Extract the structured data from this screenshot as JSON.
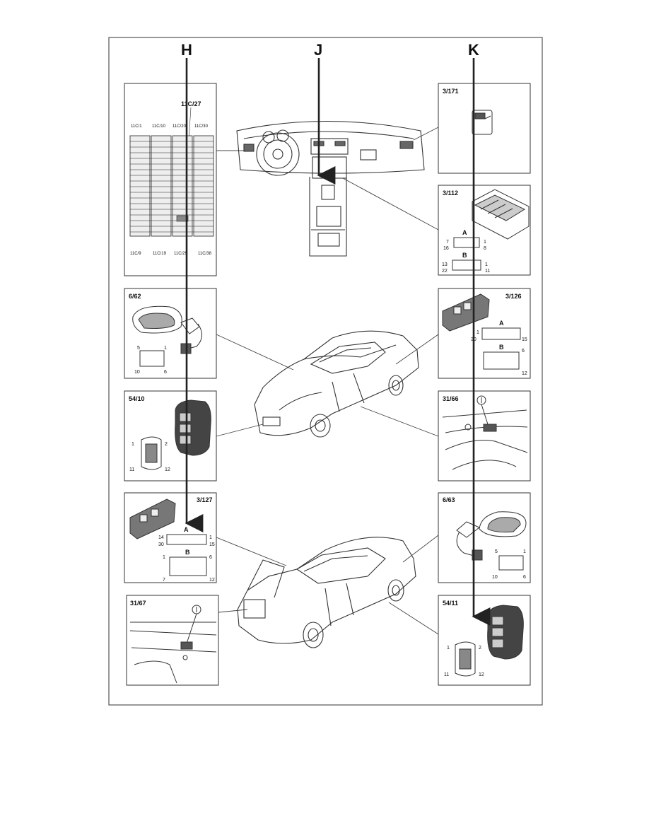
{
  "section_markers": {
    "h": "H",
    "j": "J",
    "k": "K"
  },
  "fuse_box": {
    "label": "11C/27",
    "top_labels": [
      "11C/1",
      "11C/10",
      "11C/20",
      "11C/30"
    ],
    "bottom_labels": [
      "11C/9",
      "11C/19",
      "11C/29",
      "11C/38"
    ]
  },
  "components": {
    "c3_171": {
      "label": "3/171"
    },
    "c3_112": {
      "label": "3/112",
      "conn_a": "A",
      "conn_b": "B",
      "a_pins": [
        "7",
        "16",
        "1",
        "8"
      ],
      "b_pins": [
        "13",
        "22",
        "1",
        "11"
      ]
    },
    "c6_62": {
      "label": "6/62",
      "pins": [
        "5",
        "1",
        "10",
        "6"
      ]
    },
    "c3_126": {
      "label": "3/126",
      "conn_a": "A",
      "conn_b": "B",
      "a_pins": [
        "1",
        "30",
        "15"
      ],
      "b_pins": [
        "6",
        "12"
      ]
    },
    "c54_10": {
      "label": "54/10",
      "pins": [
        "1",
        "2",
        "11",
        "12"
      ]
    },
    "c31_66": {
      "label": "31/66"
    },
    "c3_127": {
      "label": "3/127",
      "conn_a": "A",
      "conn_b": "B",
      "a_pins": [
        "14",
        "30",
        "1",
        "15"
      ],
      "b_pins": [
        "1",
        "6",
        "7",
        "12"
      ]
    },
    "c6_63": {
      "label": "6/63",
      "pins": [
        "5",
        "1",
        "10",
        "6"
      ]
    },
    "c31_67": {
      "label": "31/67"
    },
    "c54_11": {
      "label": "54/11",
      "pins": [
        "1",
        "2",
        "11",
        "12"
      ]
    }
  }
}
